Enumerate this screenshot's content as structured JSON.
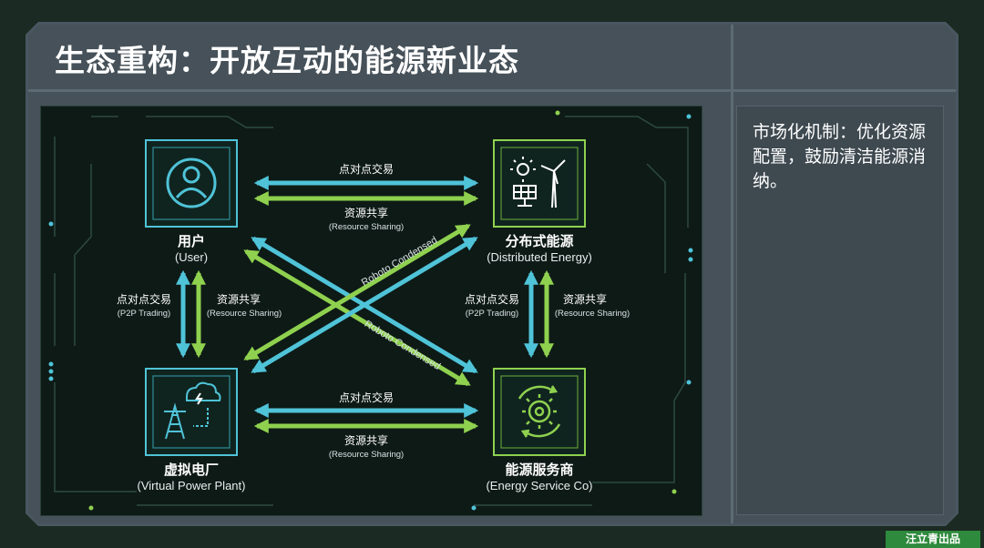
{
  "title": "生态重构：开放互动的能源新业态",
  "side_note": "市场化机制：优化资源配置，鼓励清洁能源消纳。",
  "footer": "汪立青出品",
  "colors": {
    "cyan": "#4fc3d8",
    "green": "#8fd14f"
  },
  "nodes": {
    "user": {
      "title": "用户",
      "sub": "(User)",
      "icon": "user-icon"
    },
    "distributed": {
      "title": "分布式能源",
      "sub": "(Distributed Energy)",
      "icon": "solar-wind-icon"
    },
    "vpp": {
      "title": "虚拟电厂",
      "sub": "(Virtual Power Plant)",
      "icon": "power-tower-icon"
    },
    "esco": {
      "title": "能源服务商",
      "sub": "(Energy Service Co)",
      "icon": "gear-cycle-icon"
    }
  },
  "edges": {
    "p2p": "点对点交易",
    "p2p_en": "(P2P Trading)",
    "share": "资源共享",
    "share_en": "(Resource Sharing)",
    "diag": "Roboto Condensed"
  }
}
